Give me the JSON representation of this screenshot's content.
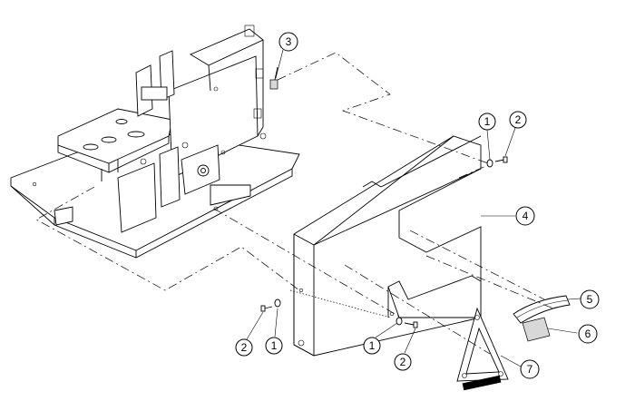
{
  "callouts": [
    {
      "id": "c1",
      "label": "1"
    },
    {
      "id": "c2",
      "label": "2"
    },
    {
      "id": "c3",
      "label": "3"
    },
    {
      "id": "c4",
      "label": "4"
    },
    {
      "id": "c5",
      "label": "5"
    },
    {
      "id": "c6",
      "label": "6"
    },
    {
      "id": "c7",
      "label": "7"
    },
    {
      "id": "c1b",
      "label": "1"
    },
    {
      "id": "c2b",
      "label": "2"
    },
    {
      "id": "c1c",
      "label": "1"
    },
    {
      "id": "c2c",
      "label": "2"
    }
  ]
}
